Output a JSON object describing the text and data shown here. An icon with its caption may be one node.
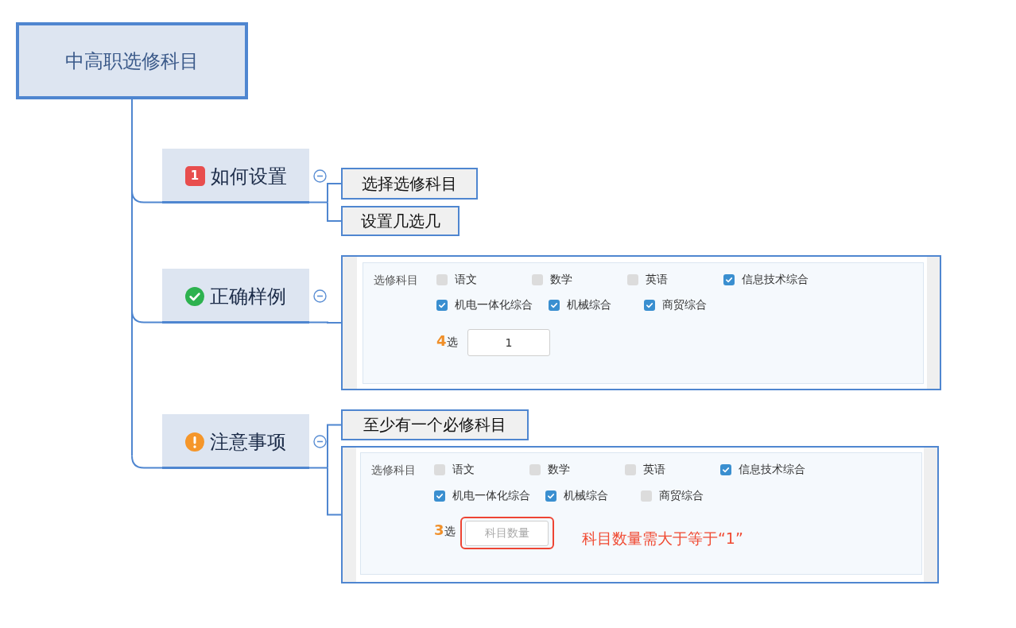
{
  "diagram": {
    "nodes": [
      {
        "text": [
          "中高职选修科目"
        ]
      },
      {
        "text": [
          "1",
          "如何设置"
        ]
      },
      {
        "text": [
          "选择选修科目"
        ]
      },
      {
        "text": [
          "设置几选几"
        ]
      },
      {
        "text": [
          "正确样例"
        ]
      },
      {
        "text": [
          "选修科目",
          "4",
          "选"
        ]
      },
      {
        "text": [
          "语文"
        ],
        "in": 5
      },
      {
        "text": [
          "数学"
        ],
        "in": 5
      },
      {
        "text": [
          "英语"
        ],
        "in": 5
      },
      {
        "text": [
          "信息技术综合"
        ],
        "in": 5
      },
      {
        "text": [
          "机电一体化综合"
        ],
        "in": 5
      },
      {
        "text": [
          "机械综合"
        ],
        "in": 5
      },
      {
        "text": [
          "商贸综合"
        ],
        "in": 5
      },
      {
        "text": [
          "1"
        ],
        "in": 5
      },
      {
        "text": [
          "注意事项"
        ]
      },
      {
        "text": [
          "至少有一个必修科目"
        ]
      },
      {
        "text": [
          "选修科目",
          "3",
          "选"
        ]
      },
      {
        "text": [
          "语文"
        ],
        "in": 16
      },
      {
        "text": [
          "数学"
        ],
        "in": 16
      },
      {
        "text": [
          "英语"
        ],
        "in": 16
      },
      {
        "text": [
          "信息技术综合"
        ],
        "in": 16
      },
      {
        "text": [
          "机电一体化综合"
        ],
        "in": 16
      },
      {
        "text": [
          "机械综合"
        ],
        "in": 16
      },
      {
        "text": [
          "商贸综合"
        ],
        "in": 16
      },
      {
        "text": [
          "科目数量"
        ],
        "in": 16,
        "beside": [
          "科目数量需大于等于“1”"
        ]
      }
    ],
    "edges": [
      {
        "from": 0,
        "to": 1,
        "arrow": "none"
      },
      {
        "from": 0,
        "to": 4,
        "arrow": "none"
      },
      {
        "from": 0,
        "to": 14,
        "arrow": "none"
      },
      {
        "from": 1,
        "to": 2,
        "arrow": "none"
      },
      {
        "from": 1,
        "to": 3,
        "arrow": "none"
      },
      {
        "from": 4,
        "to": 5,
        "arrow": "none"
      },
      {
        "from": 14,
        "to": 15,
        "arrow": "none"
      },
      {
        "from": 14,
        "to": 16,
        "arrow": "none"
      }
    ]
  }
}
